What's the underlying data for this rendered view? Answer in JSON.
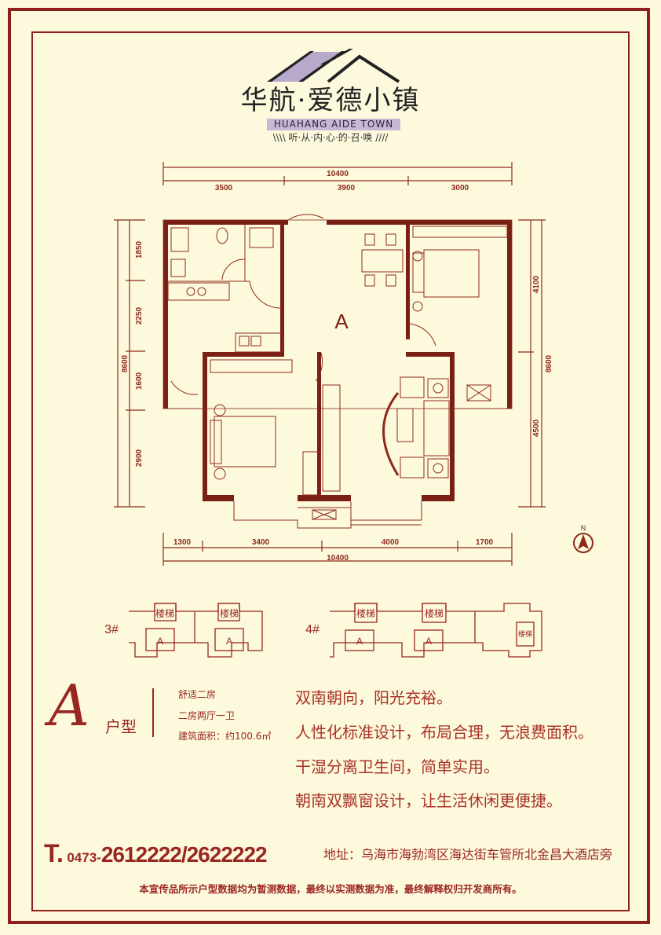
{
  "logo": {
    "name_cn": "华航·爱德小镇",
    "name_en": "HUAHANG AIDE TOWN",
    "slogan": "\\\\\\\\ 听·从·内·心·的·召·唤 ////"
  },
  "floor_plan": {
    "unit_label": "A",
    "top_dims": {
      "total": "10400",
      "segments": [
        "3500",
        "3900",
        "3000"
      ]
    },
    "bottom_dims": {
      "total": "10400",
      "segments": [
        "1300",
        "3400",
        "4000",
        "1700"
      ]
    },
    "left_dims": {
      "total": "8600",
      "segments": [
        "1850",
        "2250",
        "1600",
        "2900"
      ]
    },
    "right_dims": {
      "total": "8600",
      "segments": [
        "4100",
        "4500"
      ]
    },
    "north_label": "N"
  },
  "key_plans": {
    "building3": {
      "label": "3#",
      "stair": "楼梯",
      "unit": "A"
    },
    "building4": {
      "label": "4#",
      "stair": "楼梯",
      "unit": "A"
    }
  },
  "unit_info": {
    "type_letter": "A",
    "type_suffix": "户型",
    "specs": [
      "舒适二房",
      "二房两厅一卫",
      "建筑面积：约100.6㎡"
    ],
    "features": [
      "双南朝向，阳光充裕。",
      "人性化标准设计，布局合理，无浪费面积。",
      "干湿分离卫生间，简单实用。",
      "朝南双飘窗设计，让生活休闲更便捷。"
    ]
  },
  "contact": {
    "phone_prefix": "T.",
    "area_code": "0473-",
    "phone_numbers": "2612222/2622222",
    "address": "地址：乌海市海勃湾区海达街车管所北金昌大酒店旁"
  },
  "disclaimer": "本宣传品所示户型数据均为暂测数据，最终以实测数据为准，最终解释权归开发商所有。",
  "colors": {
    "background": "#fdf9dc",
    "accent": "#9a2622",
    "plan": "#8e2a1c",
    "logo_purple": "#b9a9cc"
  }
}
